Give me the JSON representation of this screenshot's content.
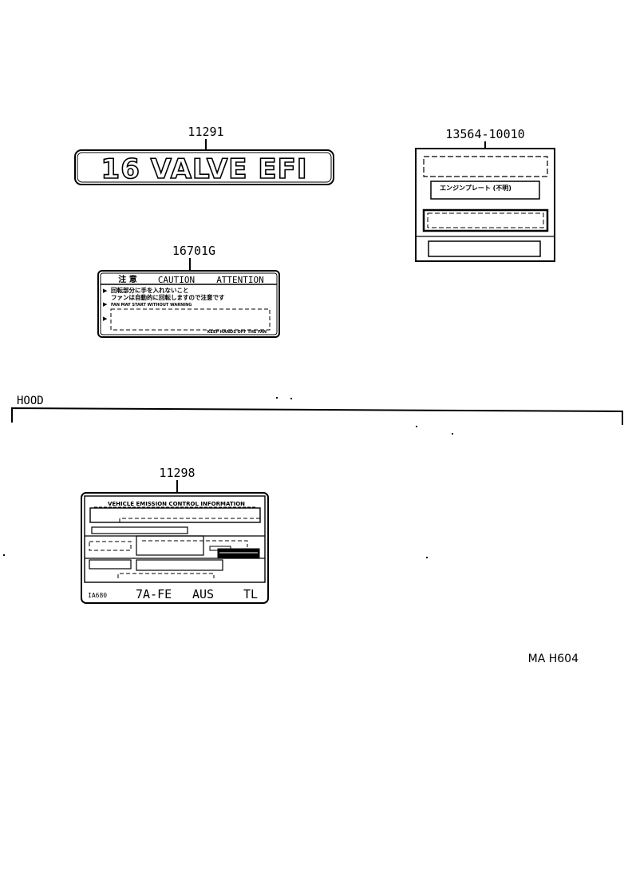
{
  "parts": {
    "badge": {
      "number": "11291",
      "text": "16 VALVE EFI"
    },
    "plate": {
      "number": "13564-10010",
      "inner_label": "エンジンプレート (不明)"
    },
    "caution": {
      "number": "16701G",
      "header_jp": "注 意",
      "header_caution": "CAUTION",
      "header_attention": "ATTENTION",
      "line1": "回転部分に手を入れないこと",
      "line2": "ファンは自動的に回転しますので注意です",
      "line3": "FAN MAY START WITHOUT WARNING",
      "line4": "KEEP HANDS OFF THE FAN"
    },
    "emission": {
      "number": "11298",
      "title": "VEHICLE EMISSION CONTROL INFORMATION",
      "code": "IA680",
      "engine": "7A-FE",
      "region": "AUS",
      "suffix": "TL"
    }
  },
  "section": {
    "label": "HOOD"
  },
  "footer": {
    "code": "MA H604"
  }
}
